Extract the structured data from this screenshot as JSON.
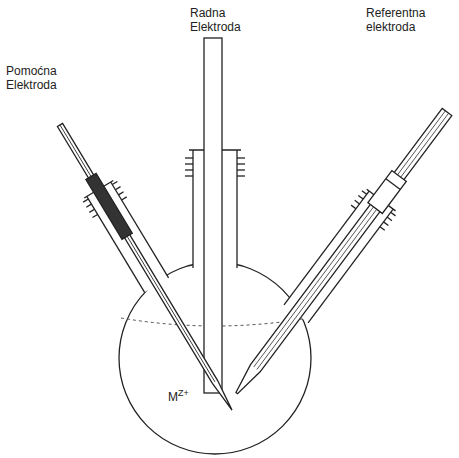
{
  "diagram": {
    "labels": [
      "Pomoćna Elektroda",
      "Radna Elektroda",
      "Referentna elektroda",
      "MZ+"
    ]
  }
}
